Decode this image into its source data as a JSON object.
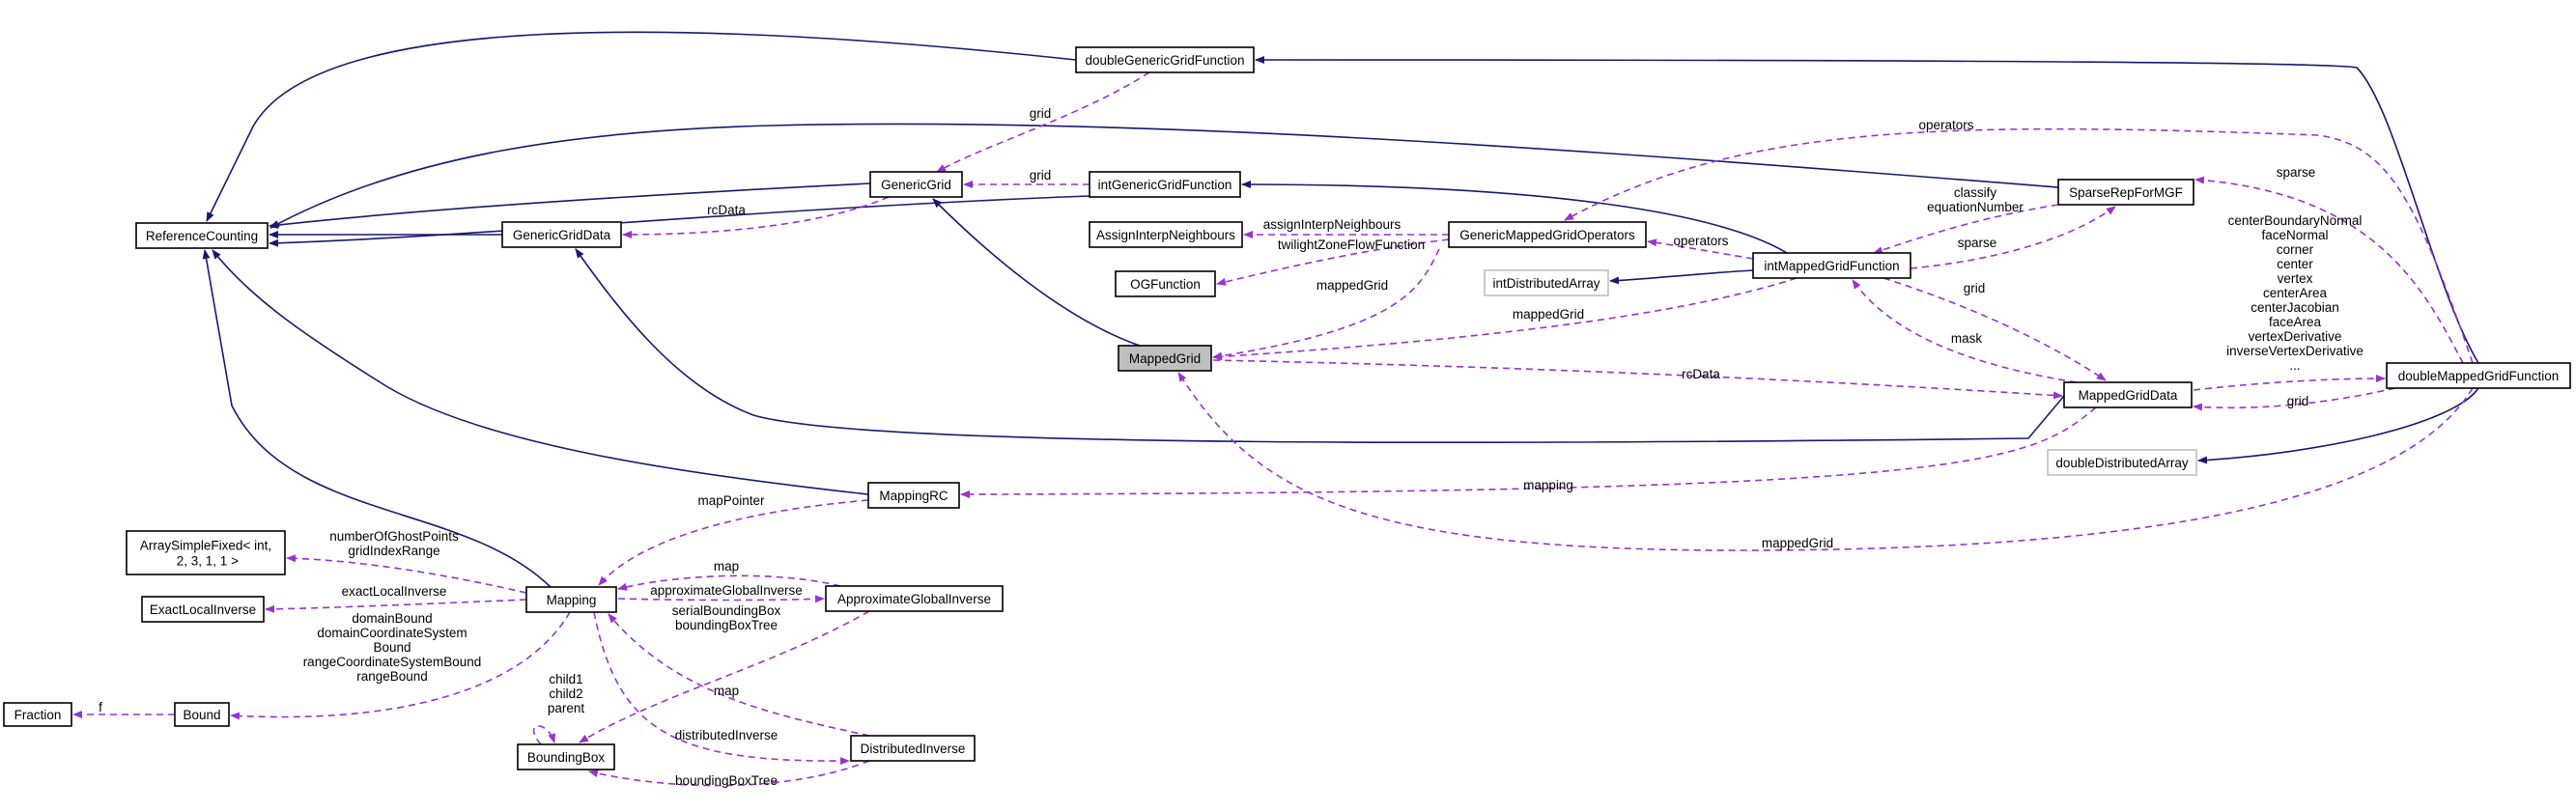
{
  "nodes": [
    {
      "id": "fraction",
      "label": "Fraction",
      "style": "normal"
    },
    {
      "id": "bound",
      "label": "Bound",
      "style": "normal"
    },
    {
      "id": "boundingbox",
      "label": "BoundingBox",
      "style": "normal"
    },
    {
      "id": "distributedinverse",
      "label": "DistributedInverse",
      "style": "normal"
    },
    {
      "id": "exactlocalinverse",
      "label": "ExactLocalInverse",
      "style": "normal"
    },
    {
      "id": "arraysimplefixed",
      "label": "ArraySimpleFixed< int,\n 2, 3, 1, 1 >",
      "style": "normal"
    },
    {
      "id": "mapping",
      "label": "Mapping",
      "style": "normal"
    },
    {
      "id": "approxglobalinverse",
      "label": "ApproximateGlobalInverse",
      "style": "normal"
    },
    {
      "id": "referencecounting",
      "label": "ReferenceCounting",
      "style": "normal"
    },
    {
      "id": "genericgriddata",
      "label": "GenericGridData",
      "style": "normal"
    },
    {
      "id": "genericgrid",
      "label": "GenericGrid",
      "style": "normal"
    },
    {
      "id": "doublegenericgridfunction",
      "label": "doubleGenericGridFunction",
      "style": "normal"
    },
    {
      "id": "intgenericgridfunction",
      "label": "intGenericGridFunction",
      "style": "normal"
    },
    {
      "id": "assigninterpneighbours",
      "label": "AssignInterpNeighbours",
      "style": "normal"
    },
    {
      "id": "ogfunction",
      "label": "OGFunction",
      "style": "normal"
    },
    {
      "id": "genericmappedgridoperators",
      "label": "GenericMappedGridOperators",
      "style": "normal"
    },
    {
      "id": "intdistributedarray",
      "label": "intDistributedArray",
      "style": "ghost"
    },
    {
      "id": "intmappedgridfunction",
      "label": "intMappedGridFunction",
      "style": "normal"
    },
    {
      "id": "sparserepformgf",
      "label": "SparseRepForMGF",
      "style": "normal"
    },
    {
      "id": "mappedgrid",
      "label": "MappedGrid",
      "style": "focus"
    },
    {
      "id": "mappingrc",
      "label": "MappingRC",
      "style": "normal"
    },
    {
      "id": "mappedgriddata",
      "label": "MappedGridData",
      "style": "normal"
    },
    {
      "id": "doubledistributedarray",
      "label": "doubleDistributedArray",
      "style": "ghost"
    },
    {
      "id": "doublemappedgridfunction",
      "label": "doubleMappedGridFunction",
      "style": "normal"
    }
  ],
  "edges": [
    {
      "id": "e_dggf_rc",
      "kind": "inherit",
      "label": ""
    },
    {
      "id": "e_dmgf_dggf",
      "kind": "inherit",
      "label": ""
    },
    {
      "id": "e_sparse_rc",
      "kind": "inherit",
      "label": ""
    },
    {
      "id": "e_gg_rc",
      "kind": "inherit",
      "label": ""
    },
    {
      "id": "e_iggf_rc",
      "kind": "inherit",
      "label": ""
    },
    {
      "id": "e_ggd_rc",
      "kind": "inherit",
      "label": ""
    },
    {
      "id": "e_mrc_rc",
      "kind": "inherit",
      "label": ""
    },
    {
      "id": "e_map_rc",
      "kind": "inherit",
      "label": ""
    },
    {
      "id": "e_mg_gg",
      "kind": "inherit",
      "label": ""
    },
    {
      "id": "e_mgd_ggd",
      "kind": "inherit",
      "label": ""
    },
    {
      "id": "e_imgf_iggf",
      "kind": "inherit",
      "label": ""
    },
    {
      "id": "e_imgf_ida",
      "kind": "inherit",
      "label": ""
    },
    {
      "id": "e_dmgf_dda",
      "kind": "inherit",
      "label": ""
    },
    {
      "id": "e_dggf_gg",
      "kind": "usage",
      "label": "grid"
    },
    {
      "id": "e_iggf_gg",
      "kind": "usage",
      "label": "grid"
    },
    {
      "id": "e_gg_ggd",
      "kind": "usage",
      "label": "rcData"
    },
    {
      "id": "e_dmgf_gmgo",
      "kind": "usage",
      "label": "operators"
    },
    {
      "id": "e_dmgf_sparse",
      "kind": "usage",
      "label": "sparse"
    },
    {
      "id": "e_gmgo_ain",
      "kind": "usage",
      "label": "assignInterpNeighbours"
    },
    {
      "id": "e_gmgo_ogf",
      "kind": "usage",
      "label": "twilightZoneFlowFunction"
    },
    {
      "id": "e_gmgo_mg",
      "kind": "usage",
      "label": "mappedGrid"
    },
    {
      "id": "e_imgf_gmgo",
      "kind": "usage",
      "label": "operators"
    },
    {
      "id": "e_sparse_imgf",
      "kind": "usage",
      "label": "classify\nequationNumber"
    },
    {
      "id": "e_imgf_sparse",
      "kind": "usage",
      "label": "sparse"
    },
    {
      "id": "e_imgf_mg",
      "kind": "usage",
      "label": "mappedGrid"
    },
    {
      "id": "e_mgd_imgf",
      "kind": "usage",
      "label": "mask"
    },
    {
      "id": "e_imgf_mgd",
      "kind": "usage",
      "label": "grid"
    },
    {
      "id": "e_mgd_dmgf",
      "kind": "usage",
      "label": "centerBoundaryNormal\nfaceNormal\ncorner\ncenter\nvertex\ncenterArea\ncenterJacobian\nfaceArea\nvertexDerivative\ninverseVertexDerivative\n..."
    },
    {
      "id": "e_dmgf_mgd",
      "kind": "usage",
      "label": "grid"
    },
    {
      "id": "e_mg_mgd",
      "kind": "usage",
      "label": "rcData"
    },
    {
      "id": "e_mgd_mrc",
      "kind": "usage",
      "label": "mapping"
    },
    {
      "id": "e_dmgf_mg",
      "kind": "usage",
      "label": "mappedGrid"
    },
    {
      "id": "e_mrc_map",
      "kind": "usage",
      "label": "mapPointer"
    },
    {
      "id": "e_map_asf",
      "kind": "usage",
      "label": "numberOfGhostPoints\ngridIndexRange"
    },
    {
      "id": "e_map_eli",
      "kind": "usage",
      "label": "exactLocalInverse"
    },
    {
      "id": "e_agi_map",
      "kind": "usage",
      "label": "map"
    },
    {
      "id": "e_map_agi",
      "kind": "usage",
      "label": "approximateGlobalInverse"
    },
    {
      "id": "e_map_bound",
      "kind": "usage",
      "label": "domainBound\ndomainCoordinateSystem\nBound\nrangeCoordinateSystemBound\nrangeBound"
    },
    {
      "id": "e_bound_fraction",
      "kind": "usage",
      "label": "f"
    },
    {
      "id": "e_agi_bb",
      "kind": "usage",
      "label": "serialBoundingBox\nboundingBoxTree"
    },
    {
      "id": "e_bb_bb",
      "kind": "usage",
      "label": "child1\nchild2\nparent"
    },
    {
      "id": "e_di_map",
      "kind": "usage",
      "label": "map"
    },
    {
      "id": "e_map_di",
      "kind": "usage",
      "label": "distributedInverse"
    },
    {
      "id": "e_di_bb",
      "kind": "usage",
      "label": "boundingBoxTree"
    }
  ],
  "colors": {
    "inherit": "#191970",
    "usage": "#9a32cd",
    "focus_fill": "#bfbfbf",
    "ghost_border": "#bfbfbf"
  }
}
